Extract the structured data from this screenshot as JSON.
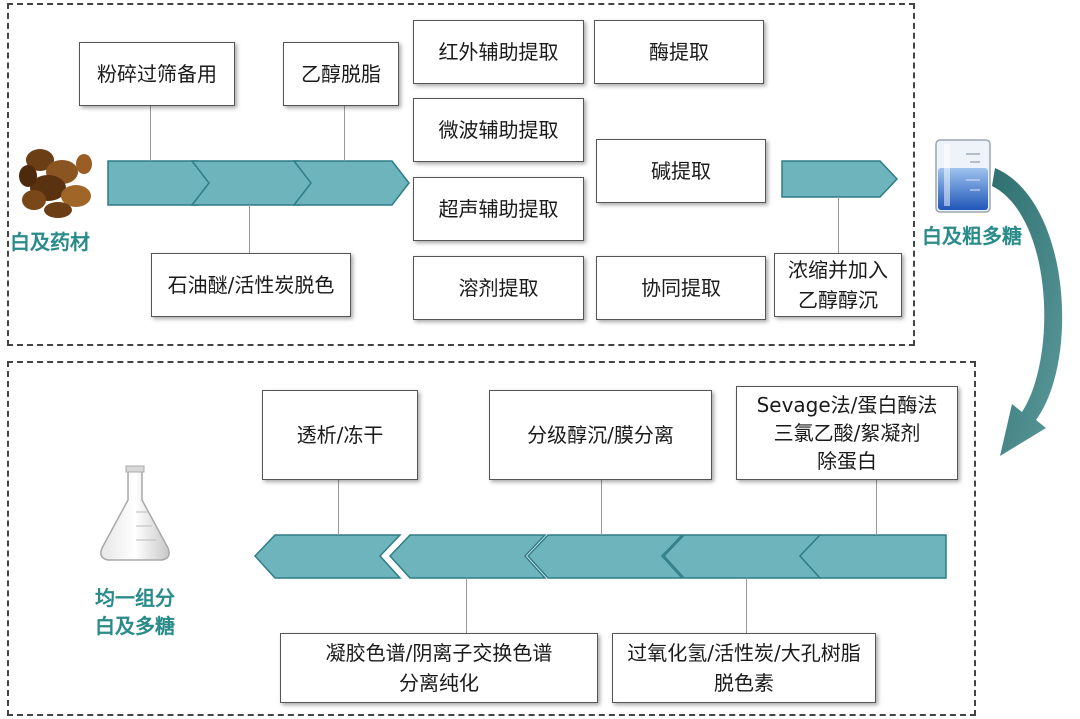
{
  "top_section": {
    "source_label": "白及药材",
    "product_label": "白及粗多糖",
    "steps": {
      "crush": "粉碎过筛备用",
      "degrease": "乙醇脱脂",
      "decolor": "石油醚/活性炭脱色",
      "concentrate": [
        "浓缩并加入",
        "乙醇醇沉"
      ]
    },
    "extraction_methods": [
      "红外辅助提取",
      "微波辅助提取",
      "超声辅助提取",
      "溶剂提取"
    ],
    "other_methods": [
      "酶提取",
      "碱提取",
      "协同提取"
    ]
  },
  "bottom_section": {
    "product_label": [
      "均一组分",
      "白及多糖"
    ],
    "steps": {
      "dialysis": "透析/冻干",
      "fractionation": "分级醇沉/膜分离",
      "deproteinize": [
        "Sevage法/蛋白酶法",
        "三氯乙酸/絮凝剂",
        "除蛋白"
      ],
      "chromatography": [
        "凝胶色谱/阴离子交换色谱",
        "分离纯化"
      ],
      "decolorize": [
        "过氧化氢/活性炭/大孔树脂",
        "脱色素"
      ]
    }
  },
  "colors": {
    "arrow_fill": "#6db4bd",
    "arrow_stroke": "#2f7d86",
    "label_teal": "#2a8b8b",
    "curve_arrow": "#3f7f80"
  },
  "icons": {
    "herb": "herb-roots-icon",
    "beaker": "beaker-icon",
    "flask": "flask-icon"
  }
}
